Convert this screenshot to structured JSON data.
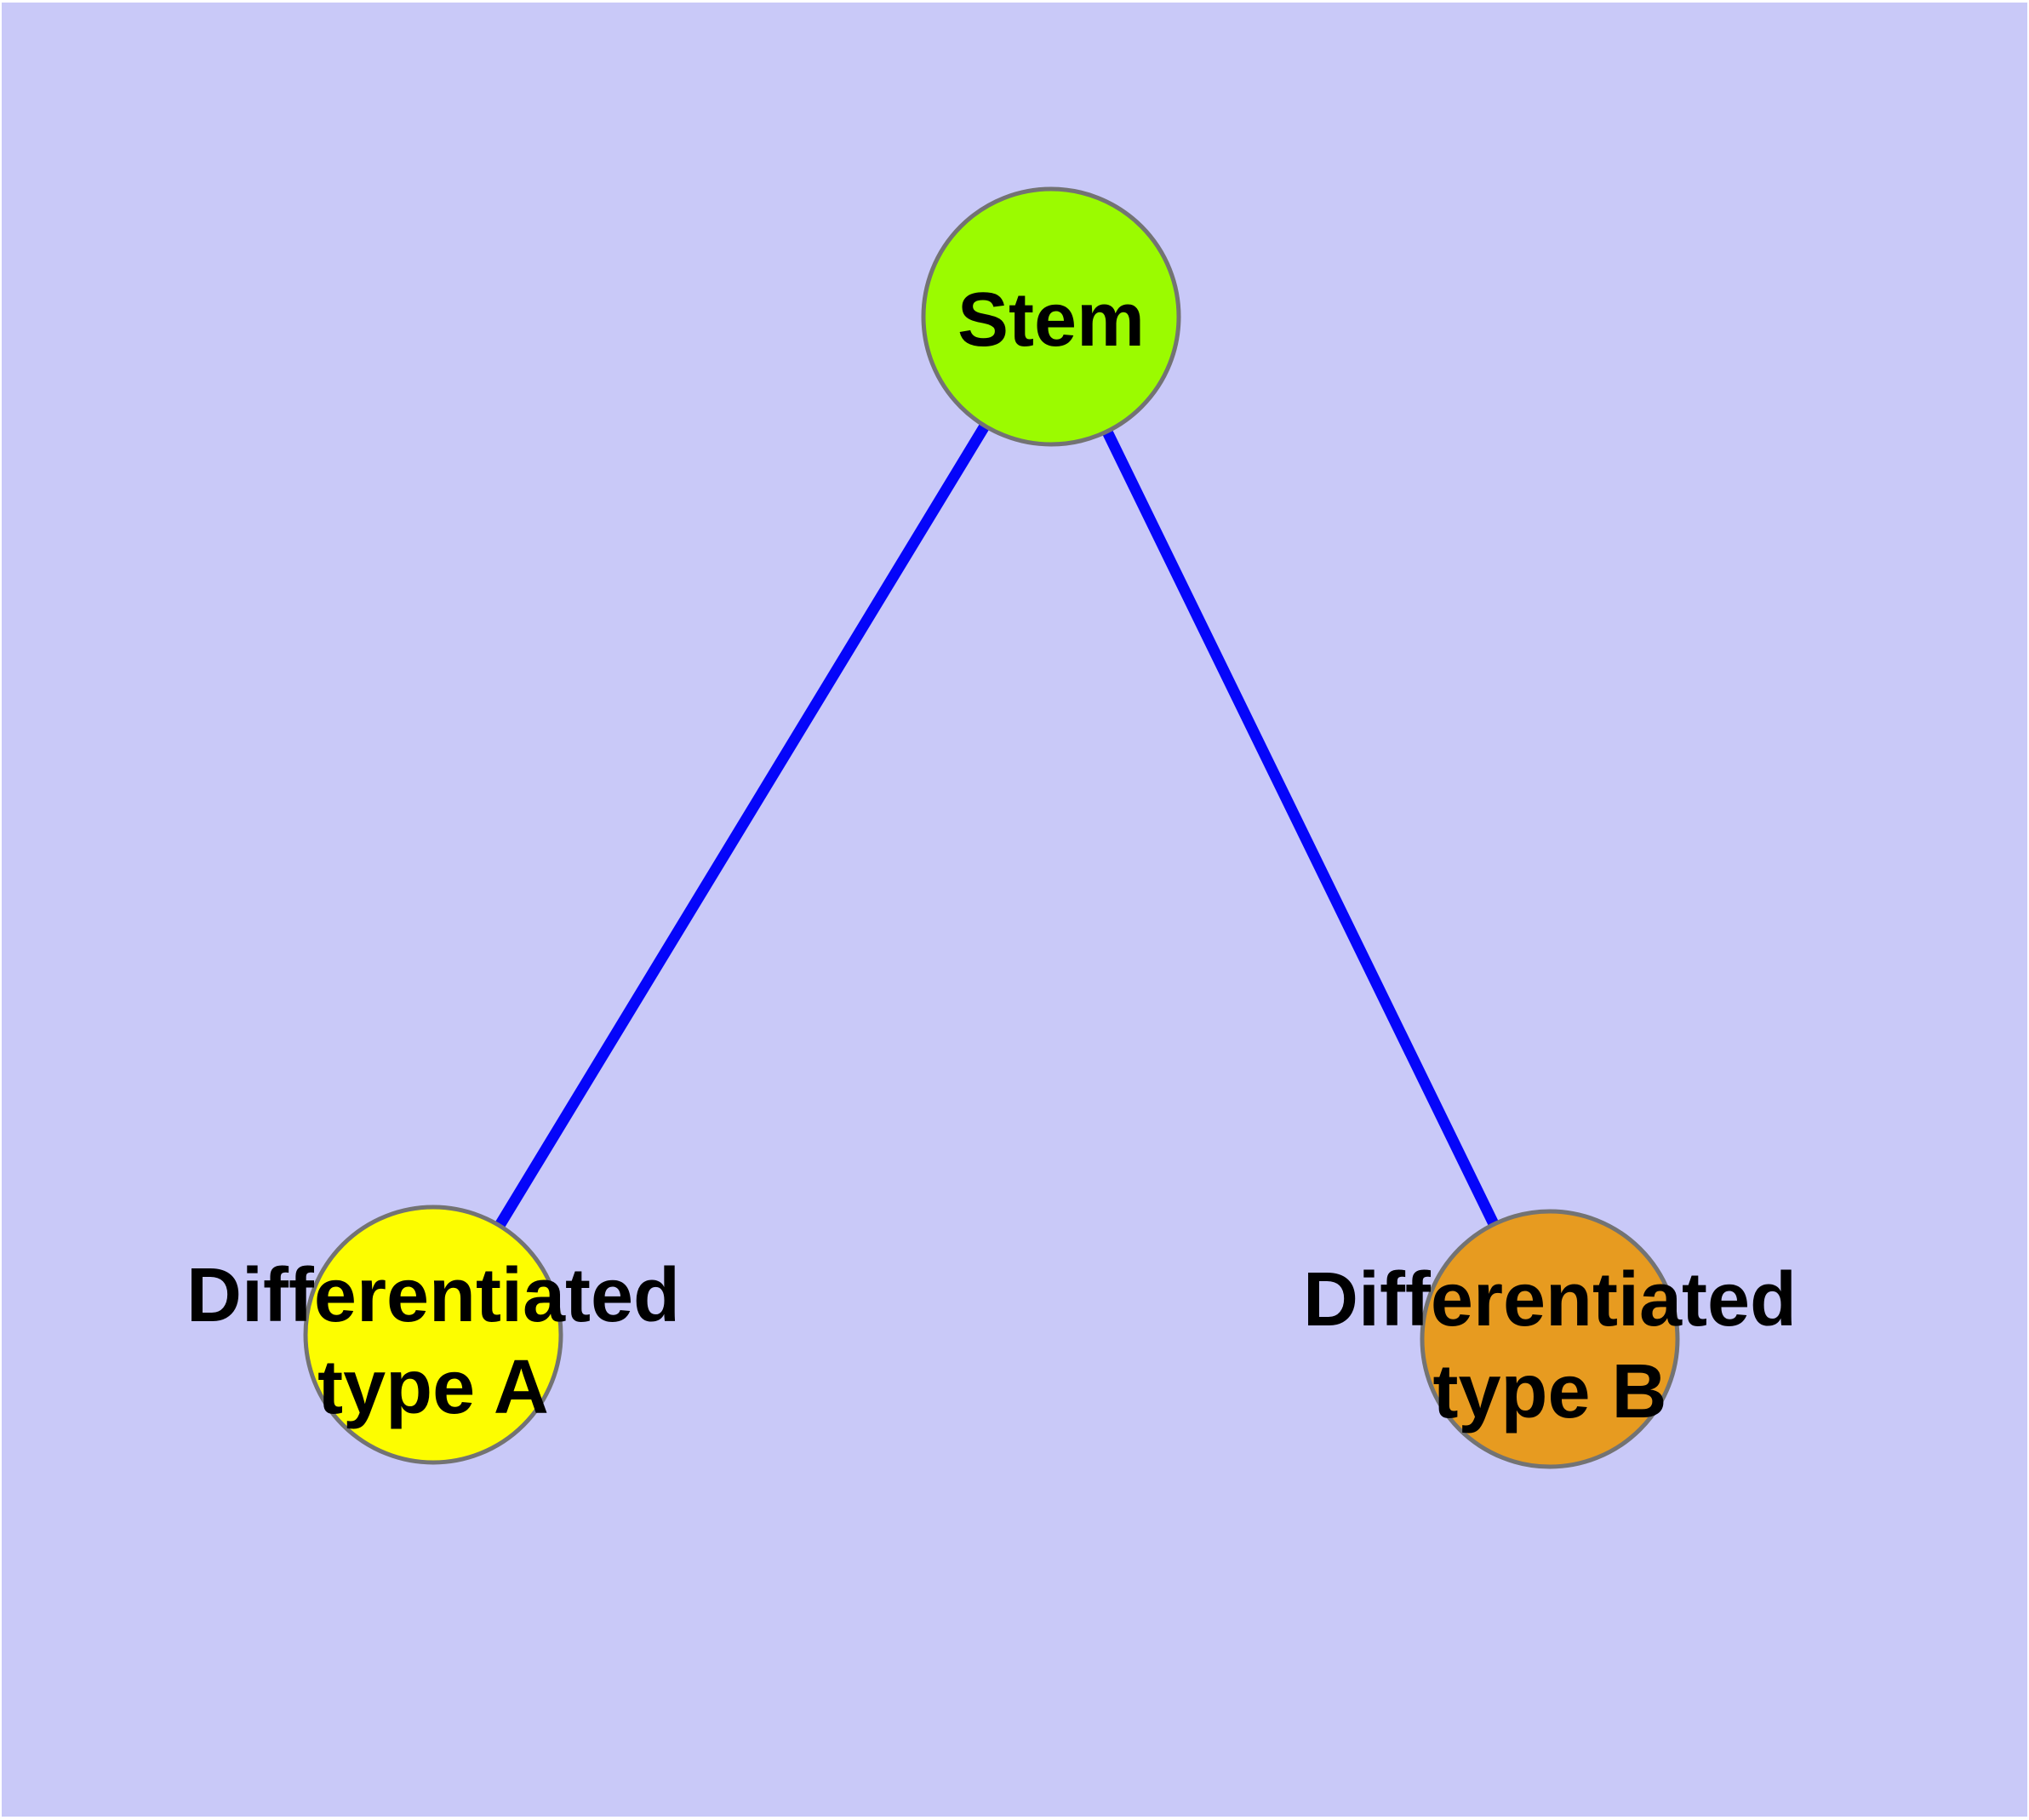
{
  "canvas": {
    "frame_color": "#ffffff",
    "background_color": "#c9c9f8"
  },
  "diagram": {
    "type": "graph",
    "text_color": "#000000",
    "node_border_color": "#737373",
    "edge_color": "#0505fa",
    "nodes": [
      {
        "id": "stem",
        "label_lines": [
          "Stem"
        ],
        "fill": "#9bfb00"
      },
      {
        "id": "differentiated-type-a",
        "label_lines": [
          "Differentiated",
          "type A"
        ],
        "fill": "#fdfd00"
      },
      {
        "id": "differentiated-type-b",
        "label_lines": [
          "Differentiated",
          "type B"
        ],
        "fill": "#e79b20"
      }
    ],
    "edges": [
      {
        "from": "stem",
        "to": "differentiated-type-a"
      },
      {
        "from": "stem",
        "to": "differentiated-type-b"
      }
    ]
  }
}
